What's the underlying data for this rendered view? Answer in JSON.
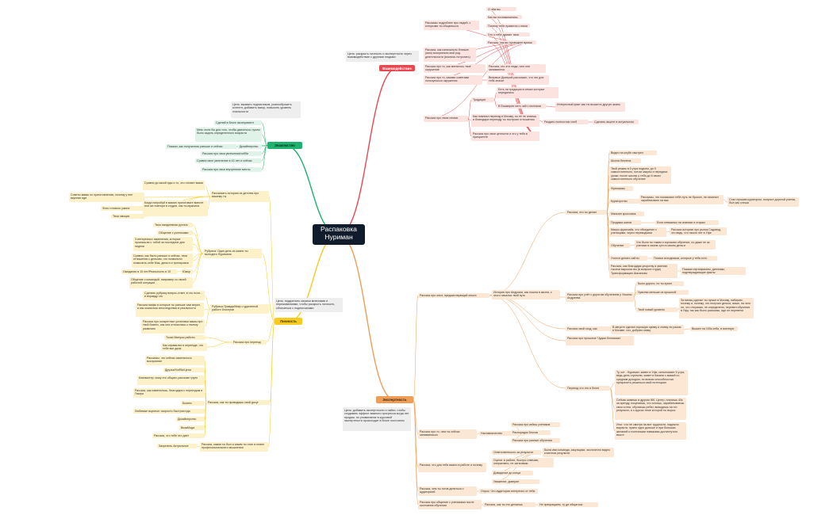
{
  "root": {
    "title_line1": "Распаковка",
    "title_line2": "Нуриман"
  },
  "interaction": {
    "title": "Взаимодействие",
    "goal": "Цель: раскрыть личность и экспертность через взаимодействие с другими людьми",
    "items": [
      "О чём вы общаетесь",
      "Как вы познакомились",
      "Почему тебе нравится с ними общаться",
      "Что о тебе думает твоя коллега",
      "Рассказ, как вы проводите время вместе",
      "Рассказы подробнее про людей, с которыми ты общаешься",
      "Рассказ, как изначально близкие (мои) восприняли мой род деятельности (взялись потрогать)",
      "Рассказ про то, как менялось твоё окружение",
      "Рассказ, кто эти люди, чем они занимаются",
      "Рассказ про то, какими советами пользуешься окружения",
      "Впервые Дмитрий рассказал, что это для тебя значит",
      "Традиция",
      "Есть ли традиции в семье которые передались",
      "В Башкирии пить чай с молоком",
      "Интересный факт как ты вышел в другую жизнь",
      "Как повлиял переезд в Москву, ты её не знаешь и благодаря переезду ты построил отношения",
      "Раздать полностью хлеб",
      "Сделать акцент в актуальном",
      "Рассказ про свои ценности и что у тебя в приоритете",
      "Рассказ про свою семью"
    ]
  },
  "acquaintance": {
    "title": "Знакомство",
    "goal": "Цель: вызвать подписчиков, разнообразить контент, добавить юмор, повысить уровень лояльности",
    "items": [
      "Сделай в блоге эксперимент",
      "Мем: если бы для того, чтобы двигаться, нужно было задать определенного возраста",
      "Дизайнерство",
      "Покажи, как получалось раньше и сейчас",
      "Рассказ про свои увлечения/хобби",
      "Сравни свое увлечение в 15 лет и сейчас",
      "Рассказ про свои внутренние мечты"
    ]
  },
  "personality": {
    "title": "Личность",
    "goal": "Цель: подкрепить своими мнениями и переживаниями, чтобы раскрыть личность, сблизиться с подписчиками",
    "items": [
      "Сравни до какой еды и то, что готовит мама",
      "Советы мамы по приготовлению, почему у нее вкусная еда",
      "Фото готового ужина",
      "Твои эмоции",
      "Когда попробуй в мамин приготовьте вместе или же повтори в студии, как ты мужчина",
      "Рассказать историю из детства про вашему ты",
      "Твоя ежедневная рутина",
      "Общение с учениками",
      "3 интересных изменения, которые произошли с тобой за последние дни недели",
      "Рубрика: Один день из жизни ты молодого Нуримана",
      "Сравни, как было раньше и сейчас, твои отношения к деньгам, что позволило позволить себе Мак, деньги и тренировки",
      "Ожидания в 15 лет/Реальность в 19",
      "Юмор",
      "Общение с командой, например со своей рабочей ситуации",
      "Сделать рубрику вопрос-ответ, в что если… и вправду что",
      "Рубрика Правда/Миф о удаленной работе блогеров",
      "Рассказ мифы в которые ты раньше сам верил, и как оказалось впоследствии в реальности",
      "Рассказ про конкретные установки мамы про твой бизнес, как она относилась к твоему развитию",
      "Тоска Минусы работы",
      "Как справился в переезде, что тебе все дала",
      "Рассказ про переезд",
      "Рассказы, что сейчас изменилось восприятие",
      "Друзья/Хобби/Цена",
      "Компьютер: кому это общать рассказе групп",
      "Рассказ, как изменилось, благодаря с переездом в Гюмри",
      "Бизнес",
      "Любимые вкусные: скорость быстрая еда",
      "Дизайнерство",
      "Рассказ, как ты проводишь свой досуг",
      "ВизаМода",
      "Рассказ, что тебе это дает",
      "Рассказ, каким ты был и каким ты стал в плане профессионального мышления",
      "Закрепить Актуальное"
    ]
  },
  "expertise": {
    "title": "Экспертность",
    "goal": "Цель: добавить экспертности и найти, чтобы создавать эффект важного прогресса когда нет продаж, но упоминание в курсовой экспертности происходит в блоге постоянно",
    "items": [
      "Видео на клубе смотрел",
      "Школа бизнеса",
      "Твой режим в 5 утра подъем, до 9 самостоятельно, потом закупы и передачи уроки: после школы у тебя до 6 своих самостоятельно обучение",
      "Франшизы",
      "Кураторство",
      "Рассказы, что показывал тебе путь не бросил, не начинал зарабатывать на вас",
      "Стал лучшим куратором, получил дорогой ученик, был как слеша",
      "Магазин кроссовок",
      "Продажа шагов",
      "Если неважных на знаниях и старых",
      "Микро-франчайз, что объединил с ученицами, через переводчики",
      "Рассказ историю про рынок Садовод, что ведь, что такого нет в Уфе",
      "Обучение",
      "Что было ты таким и хорошим обучение, но даже не за ученики в своем сути в своем деньги",
      "Учился делать сайты",
      "Поиски исходников, которые у тебя есть",
      "Рассказ, как благодаря упорству и умению тысячи выросли вы (в вопросе студи) Трансформацию Шаганизм",
      "Покажи сертификаты, дипломы, подтверждающие факты",
      "Рассказ, что ты делал",
      "Рассказ про опыт, предшествующий опыта",
      "История про Андрома, как пошла в жизни, с этого начался твой путь",
      "Было дорого, но ты купил",
      "Чувства меньше из прошлой",
      "Рассказ про учёт с дорогим обучением у Ульяны Андреева",
      "Твой новый уровень",
      "За месяц сделал ты лучше в Москву, набираю, почему и, почему, что получил деньги, ваше, на чего он, что отпускаю, не определено, перевел обучения в Уфу, так как было рассказы, иде не перевели",
      "Рассказ свой сход, как",
      "В августе сделал хорошую сумму и сниму ли разом в Москве, соч, добрать маму",
      "Вышел на 100к себя, в военную",
      "Рассказ про прошлые 'Чудом боэласках'",
      "Переход что это в блоге",
      "Ту, кот - Нуриман, живет в Уфе, испытывает 5 утра, ведь день стремлю, живет в Казани с мамой со средним доходом, но всяких способностью прекратить решаться свой потенциал",
      "Сейчас живешь в другом ЖК, Центр, платишь 40к за аренду, покупаешь, что хочешь, зарабатываешь своя сотни, обучаешь ребят, выводишь на тот результат, а о курсах теме которой ты вырос",
      "Итог: что не смотря на все трудности, надежно вырасти, нужно одно дольше и при больших желаний и полезными навыками достигнутого высот",
      "Рассказ про то, чем ты сейчас занимаешься",
      "Наставничество",
      "Рассказ про кейсы учеников",
      "Распорядок блогов",
      "Рассказ про разные обучения",
      "Ответственность за результат",
      "Была ими команда, закупщики, экологично видно клиентов результат",
      "Рассказ, что для тебя важно в работе и почему",
      "Оцени: в работе, быстро отвечаю, оперативно, не затягиваю",
      "Доведение до конца",
      "Уважение, доверие",
      "Рассказ, чем ты готов делиться с аудиторией",
      "Опрос: Что аудитории интересно от тебя",
      "Рассказ про общение с учениками после окончания обучения",
      "Рассказ, как ты это делаешь",
      "Не прекращаем, ту ди общаться"
    ]
  }
}
